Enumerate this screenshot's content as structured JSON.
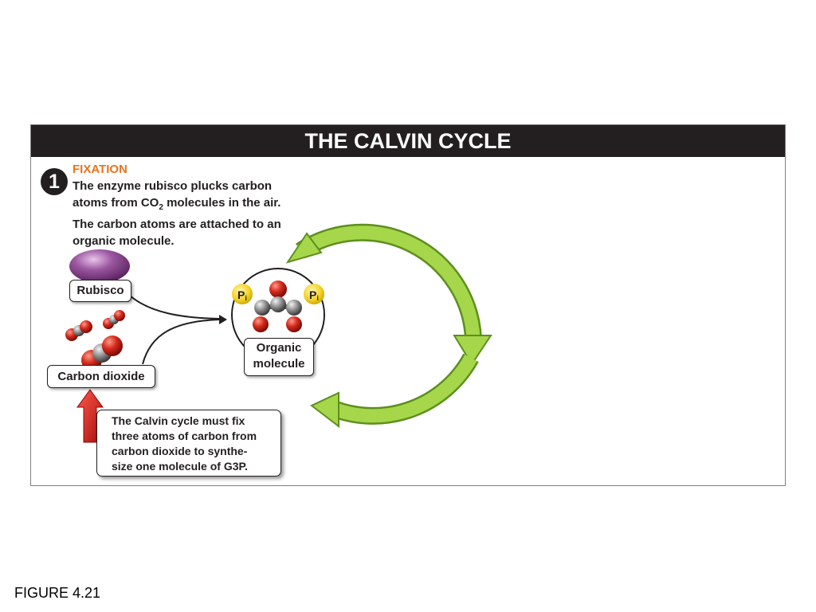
{
  "title": "THE CALVIN CYCLE",
  "step": {
    "number": "1",
    "title": "FIXATION",
    "description_lines": [
      "The enzyme rubisco plucks carbon",
      "atoms from CO",
      "2",
      " molecules in the air.",
      "The carbon atoms are attached to an",
      "organic molecule."
    ]
  },
  "labels": {
    "rubisco": "Rubisco",
    "carbon_dioxide": "Carbon dioxide",
    "organic_lines": [
      "Organic",
      "molecule"
    ],
    "phosphate": "P",
    "phosphate_sub": "i"
  },
  "callout_lines": [
    "The Calvin cycle must fix",
    "three atoms of carbon from",
    "carbon dioxide to synthe-",
    "size one molecule of G3P."
  ],
  "figure_caption": "FIGURE 4.21",
  "colors": {
    "title_bar": "#231f20",
    "step_title": "#e8731e",
    "cycle_arrow": "#8dc63f",
    "rubisco": "#8e4a93",
    "oxygen": "#c0281d",
    "carbon": "#707070",
    "phosphate": "#f5d327",
    "red_arrow": "#d7191c"
  }
}
